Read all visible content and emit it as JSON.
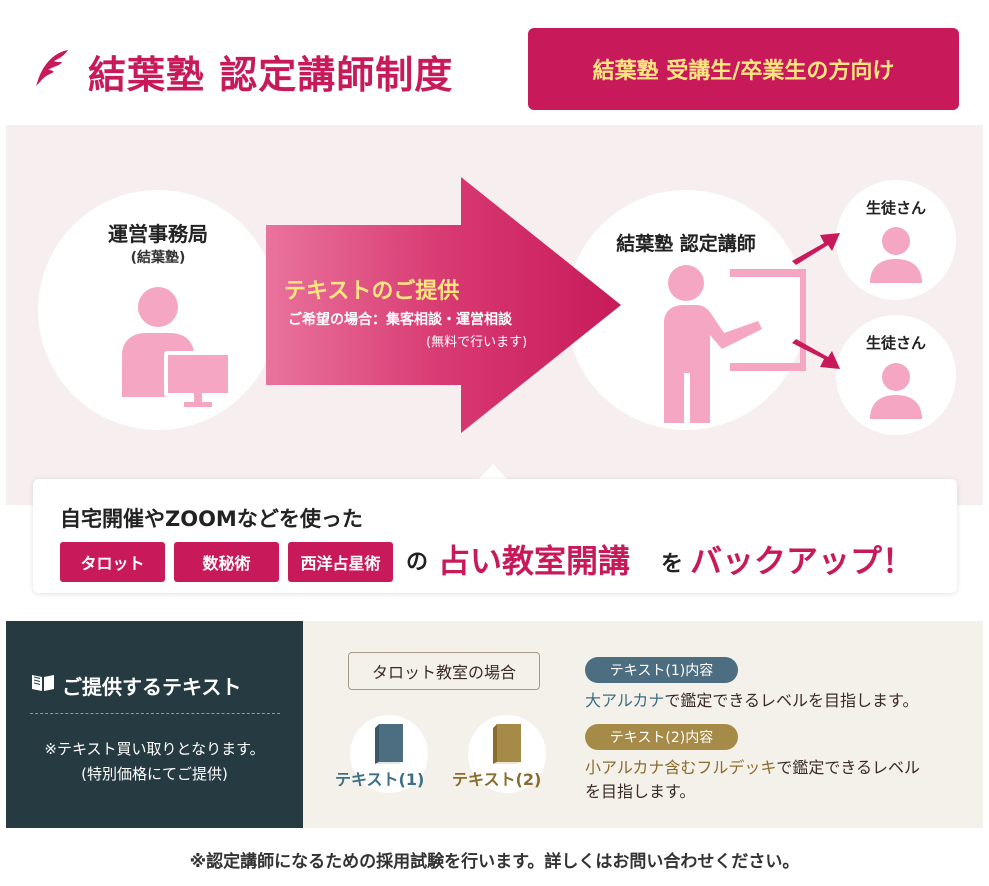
{
  "header": {
    "title": "結葉塾 認定講師制度",
    "audience_badge": "結葉塾 受講生/卒業生の方向け"
  },
  "flow": {
    "office_label": "運営事務局",
    "office_sub": "(結葉塾)",
    "arrow_title": "テキストのご提供",
    "arrow_sub": "ご希望の場合：集客相談・運営相談",
    "arrow_note": "(無料で行います)",
    "instructor_label": "結葉塾 認定講師",
    "student_label_1": "生徒さん",
    "student_label_2": "生徒さん"
  },
  "banner": {
    "line1": "自宅開催やZOOMなどを使った",
    "tags": [
      "タロット",
      "数秘術",
      "西洋占星術"
    ],
    "particle_no": "の",
    "highlight_mid": "占い教室開講",
    "particle_wo": "を",
    "highlight_end": "バックアップ！"
  },
  "texts_panel": {
    "title": "ご提供するテキスト",
    "note1": "※テキスト買い取りとなります。",
    "note2": "(特別価格にてご提供)"
  },
  "case": {
    "label": "タロット教室の場合",
    "text1_label": "テキスト(1)",
    "text2_label": "テキスト(2)",
    "pill1": "テキスト(1)内容",
    "desc1_highlight": "大アルカナ",
    "desc1_rest": "で鑑定できるレベルを目指します。",
    "pill2": "テキスト(2)内容",
    "desc2_highlight": "小アルカナ含むフルデッキ",
    "desc2_rest": "で鑑定できるレベル",
    "desc2_line2": "を目指します。"
  },
  "footer": "※認定講師になるための採用試験を行います。詳しくはお問い合わせください。",
  "colors": {
    "brand": "#c81a5a",
    "accent_yellow": "#ffe680",
    "pink_figure": "#f4a6c2",
    "dark_panel": "#263a42",
    "blue": "#3f6f86",
    "gold": "#8a6c2e"
  }
}
